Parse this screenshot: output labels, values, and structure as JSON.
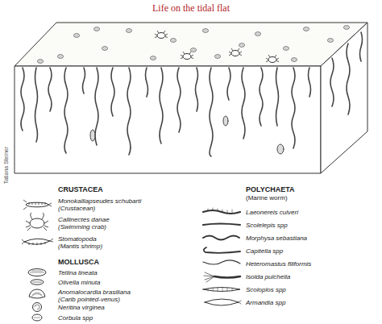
{
  "diagram": {
    "title": "Life on the tidal flat",
    "labels": [
      "Tatiana Steiner",
      "CRUSTACEA",
      "MOLLUSCA",
      "POLYCHAETA",
      "(Marine worm)"
    ],
    "legend": [
      {
        "text": "Monokalliapseudes schubarti (Crustacean)"
      },
      {
        "text": "Callinectes danae (Swimming crab)"
      },
      {
        "text": "Stomatopoda (Mantis shrimp)"
      },
      {
        "text": "Tellina lineata"
      },
      {
        "text": "Olivella minuta"
      },
      {
        "text": "Anomalocardia brasiliana (Carib pointed-venus)"
      },
      {
        "text": "Neritina virginea"
      },
      {
        "text": "Corbula spp"
      },
      {
        "text": "Laeonereis culveri"
      },
      {
        "text": "Scolelepis spp"
      },
      {
        "text": "Morphysa sebastiana"
      },
      {
        "text": "Capitella spp"
      },
      {
        "text": "Heteromastus filiformis"
      },
      {
        "text": "Isolda pulchella"
      },
      {
        "text": "Scoloplos spp"
      },
      {
        "text": "Armandia spp"
      }
    ]
  }
}
